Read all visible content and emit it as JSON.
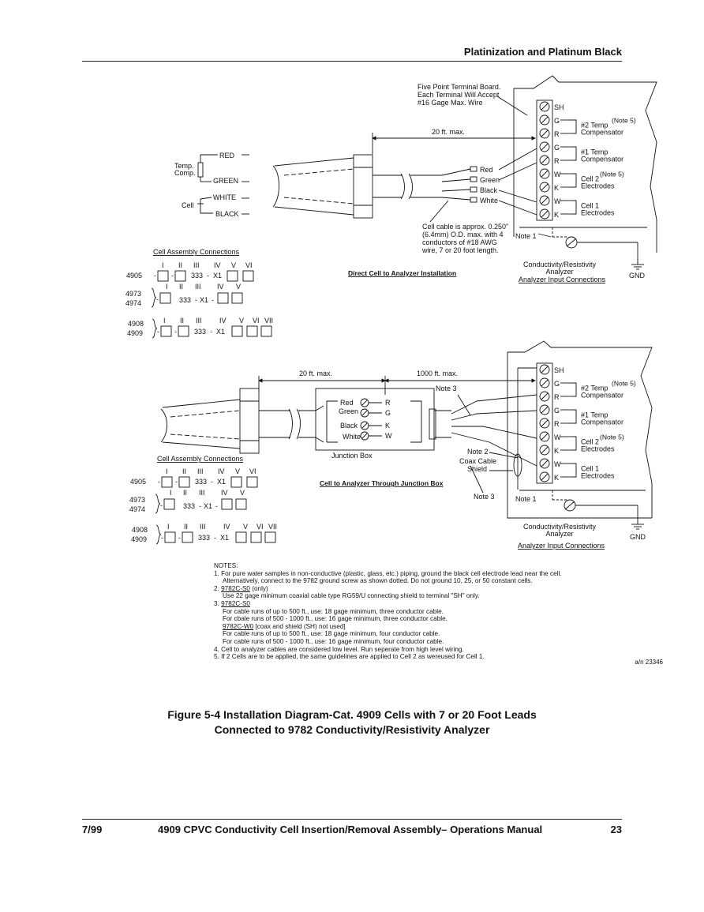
{
  "header": {
    "section_title": "Platinization and Platinum Black"
  },
  "diagram_top": {
    "terminal_note": [
      "Five Point Terminal Board.",
      "Each Terminal Will Accept",
      "#16 Gage Max. Wire"
    ],
    "dist": "20 ft. max.",
    "left_labels": {
      "temp_comp": [
        "Temp.",
        "Comp."
      ],
      "cell": "Cell",
      "red": "RED",
      "green": "GREEN",
      "white": "WHITE",
      "black": "BLACK"
    },
    "wires": [
      "Red",
      "Green",
      "Black",
      "White"
    ],
    "cable_note": [
      "Cell cable is approx. 0.250\"",
      "(6.4mm) O.D. max. with 4",
      "conductors of #18 AWG",
      "wire, 7 or 20 foot length."
    ],
    "terminals": [
      "SH",
      "G",
      "R",
      "G",
      "R",
      "W",
      "K",
      "W",
      "K"
    ],
    "groups": [
      {
        "lines": [
          "#2 Temp",
          "Compensator"
        ],
        "note": "(Note 5)"
      },
      {
        "lines": [
          "#1 Temp",
          "Compensator"
        ],
        "note": ""
      },
      {
        "lines": [
          "Cell 2",
          "Electrodes"
        ],
        "note": "(Note 5)"
      },
      {
        "lines": [
          "Cell 1",
          "Electrodes"
        ],
        "note": ""
      }
    ],
    "note1": "Note 1",
    "analyzer": [
      "Conductivity/Resistivity",
      "Analyzer"
    ],
    "analyzer_link": "Analyzer Input Connections",
    "gnd": "GND",
    "caption": "Direct Cell to Analyzer Installation",
    "cell_assembly_title": "Cell Assembly Connections"
  },
  "diagram_bottom": {
    "dist1": "20 ft. max.",
    "dist2": "1000 ft. max.",
    "note3": "Note 3",
    "junction_left": [
      "Red",
      "Green",
      "Black",
      "White"
    ],
    "junction_right": [
      "R",
      "G",
      "K",
      "W"
    ],
    "junction_box": "Junction Box",
    "note2": "Note 2",
    "coax": [
      "Coax Cable",
      "Shield"
    ],
    "note3b": "Note 3",
    "caption": "Cell to Analyzer Through Junction Box",
    "cell_assembly_title": "Cell Assembly Connections",
    "note1": "Note 1",
    "analyzer": [
      "Conductivity/Resistivity",
      "Analyzer"
    ],
    "analyzer_link": "Analyzer Input Connections",
    "gnd": "GND"
  },
  "cell_assembly": {
    "row1": {
      "model": "4905",
      "numerals": [
        "I",
        "II",
        "III",
        "IV",
        "V",
        "VI"
      ],
      "code": "333",
      "x": "X1"
    },
    "row2": {
      "models": [
        "4973",
        "4974"
      ],
      "numerals": [
        "I",
        "II",
        "III",
        "IV",
        "V"
      ],
      "code": "333",
      "x": "X1"
    },
    "row3": {
      "models": [
        "4908",
        "4909"
      ],
      "numerals": [
        "I",
        "II",
        "III",
        "IV",
        "V",
        "VI",
        "VII"
      ],
      "code": "333",
      "x": "X1"
    }
  },
  "notes": {
    "title": "NOTES:",
    "n1a": "1. For pure water samples in non-conductive (plastic, glass, etc.) piping, ground the black cell electrode lead near the cell.",
    "n1b": "Alternatively, connect to the 9782 ground screw as shown dotted. Do not ground 10, 25, or 50 constant cells.",
    "n2_num": "2. ",
    "n2_code": "9782C-S0",
    "n2_tail": "  (only)",
    "n2b": "Use 22 gage minimum coaxial cable type RG59/U connecting shield to terminal \"SH\" only.",
    "n3_num": "3. ",
    "n3_code": "9782C-S0",
    "n3a": "For cable runs of up to 500 ft., use: 18 gage minimum, three conductor cable.",
    "n3b": "For cbale runs of 500 - 1000 ft., use: 16 gage minimum, three conductor cable.",
    "n3_code2": "9782C-W0",
    "n3_code2_tail": "  [coax and shield (SH) not used]",
    "n3c": "For cable runs of up to 500 ft., use: 18 gage minimum, four conductor cable.",
    "n3d": "For cable runs of 500 - 1000 ft., use: 16 gage minimum, four conductor cable.",
    "n4": "4. Cell to analyzer cables are considered low level. Run seperate from high level wiring.",
    "n5": "5. If 2 Cells are to be applied, the same guidelines are applied to Cell 2 as wereused for Cell 1."
  },
  "ref_code": "a/n 23346",
  "figure_caption": [
    "Figure 5-4  Installation Diagram-Cat. 4909 Cells with 7 or 20 Foot Leads",
    "Connected to 9782 Conductivity/Resistivity Analyzer"
  ],
  "footer": {
    "date": "7/99",
    "title": "4909 CPVC Conductivity Cell Insertion/Removal Assembly– Operations Manual",
    "page": "23"
  }
}
